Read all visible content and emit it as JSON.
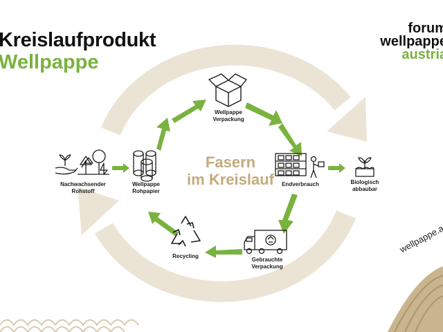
{
  "title": {
    "line1": "Kreislaufprodukt",
    "line2": "Wellpappe"
  },
  "logo": {
    "line1": "forum",
    "line2": "wellpappe",
    "line3": "austria"
  },
  "center_text": {
    "line1": "Fasern",
    "line2": "im Kreislauf"
  },
  "nodes": {
    "verpackung": {
      "line1": "Wellpappe",
      "line2": "Verpackung",
      "icon": "open-box-icon"
    },
    "endverbrauch": {
      "line1": "Endverbrauch",
      "icon": "shelf-person-icon"
    },
    "gebrauchte": {
      "line1": "Gebrauchte",
      "line2": "Verpackung",
      "icon": "truck-icon"
    },
    "recycling": {
      "line1": "Recycling",
      "icon": "recycling-icon"
    },
    "rohpapier": {
      "line1": "Wellpappe",
      "line2": "Rohpapier",
      "icon": "paper-rolls-icon"
    },
    "rohstoff": {
      "line1": "Nachwachsender",
      "line2": "Rohstoff",
      "icon": "trees-hand-icon"
    },
    "biologisch": {
      "line1": "Biologisch",
      "line2": "abbaubar",
      "icon": "sprout-soil-icon"
    }
  },
  "website": "wellpappe.a",
  "colors": {
    "green": "#7ab23f",
    "beige": "#e9e2d2",
    "beige_text": "#c3ab7c",
    "dark": "#1a1a1a"
  }
}
